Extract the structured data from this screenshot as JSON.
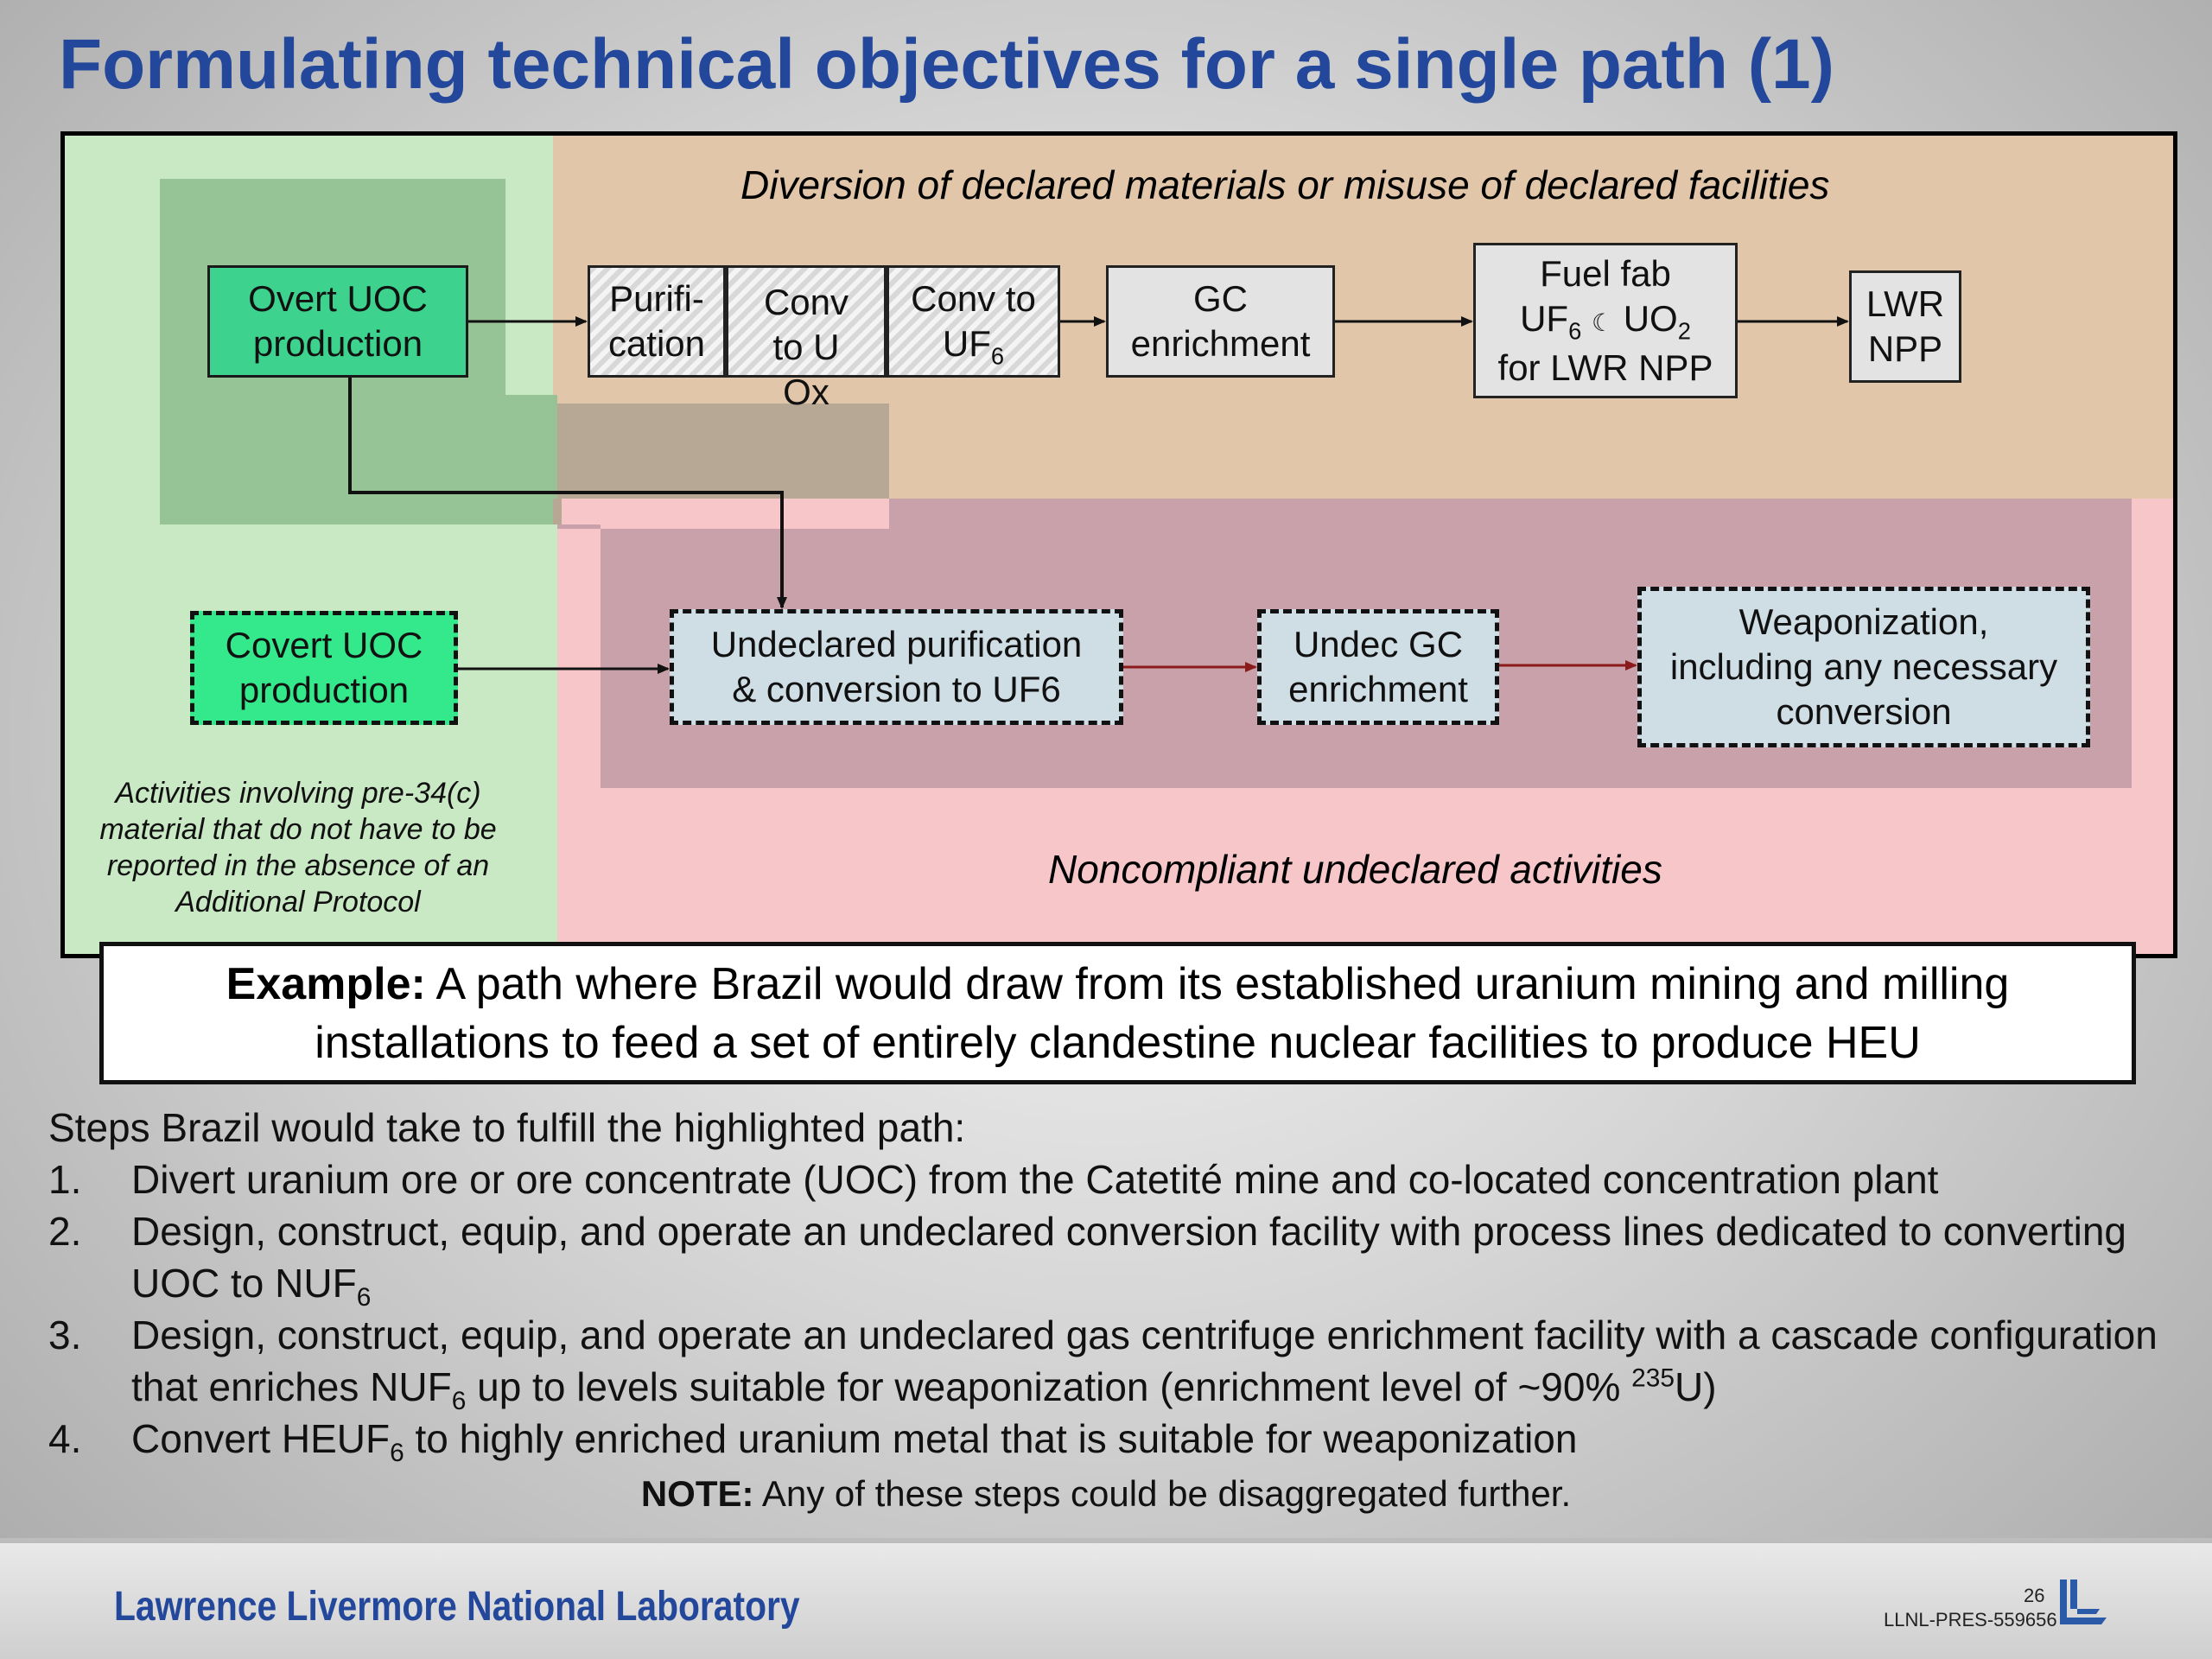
{
  "title": "Formulating technical objectives for a single path (1)",
  "diagram": {
    "declared_label": "Diversion of declared materials or misuse of declared facilities",
    "undeclared_label": "Noncompliant undeclared activities",
    "green_note": [
      "Activities involving pre-34(c)",
      "material that do not have to be",
      "reported in the absence of an",
      "Additional Protocol"
    ],
    "boxes": {
      "overt_uoc": [
        "Overt UOC",
        "production"
      ],
      "purification": [
        "Purifi-",
        "cation"
      ],
      "conv_uox": [
        "Conv",
        "to U",
        "Ox"
      ],
      "conv_uf6": [
        "Conv to",
        "UF",
        "6"
      ],
      "gc_enrichment": [
        "GC",
        "enrichment"
      ],
      "fuel_fab": [
        "Fuel fab",
        "UF",
        "6",
        "☾",
        "UO",
        "2",
        "for LWR NPP"
      ],
      "lwr_npp": [
        "LWR",
        "NPP"
      ],
      "covert_uoc": [
        "Covert UOC",
        "production"
      ],
      "undeclared_purification": [
        "Undeclared purification",
        "& conversion to UF6"
      ],
      "undec_gc": [
        "Undec GC",
        "enrichment"
      ],
      "weaponization": [
        "Weaponization,",
        "including any necessary",
        "conversion"
      ]
    }
  },
  "example": {
    "label": "Example:",
    "text": " A path where Brazil would draw from its established uranium mining and milling installations to feed a set of entirely clandestine nuclear facilities to produce HEU"
  },
  "steps": {
    "intro": "Steps Brazil would take to fulfill the highlighted path:",
    "items": [
      {
        "num": "1.",
        "text": "Divert uranium ore or ore concentrate (UOC) from the Catetité mine and co-located concentration plant"
      },
      {
        "num": "2.",
        "text": "Design, construct, equip, and operate an undeclared conversion facility with process lines dedicated to converting UOC to NUF",
        "sub": "6"
      },
      {
        "num": "3.",
        "text_a": "Design, construct, equip, and operate an undeclared gas centrifuge enrichment facility with a cascade configuration that enriches NUF",
        "sub": "6",
        "text_b": " up to levels suitable for weaponization (enrichment level of ~90% ",
        "sup": "235",
        "text_c": "U)"
      },
      {
        "num": "4.",
        "text_a": "Convert HEUF",
        "sub": "6",
        "text_b": " to highly enriched uranium metal that is suitable for weaponization"
      }
    ]
  },
  "note": {
    "label": "NOTE:",
    "text": " Any of these steps could be disaggregated further."
  },
  "footer": {
    "lab": "Lawrence Livermore National Laboratory",
    "page": "26",
    "id": "LLNL-PRES-559656"
  },
  "colors": {
    "title": "#23479b",
    "green_region": "#c9e8c4",
    "declared_region": "#e2c6a9",
    "undeclared_region": "#f7c6c9"
  }
}
